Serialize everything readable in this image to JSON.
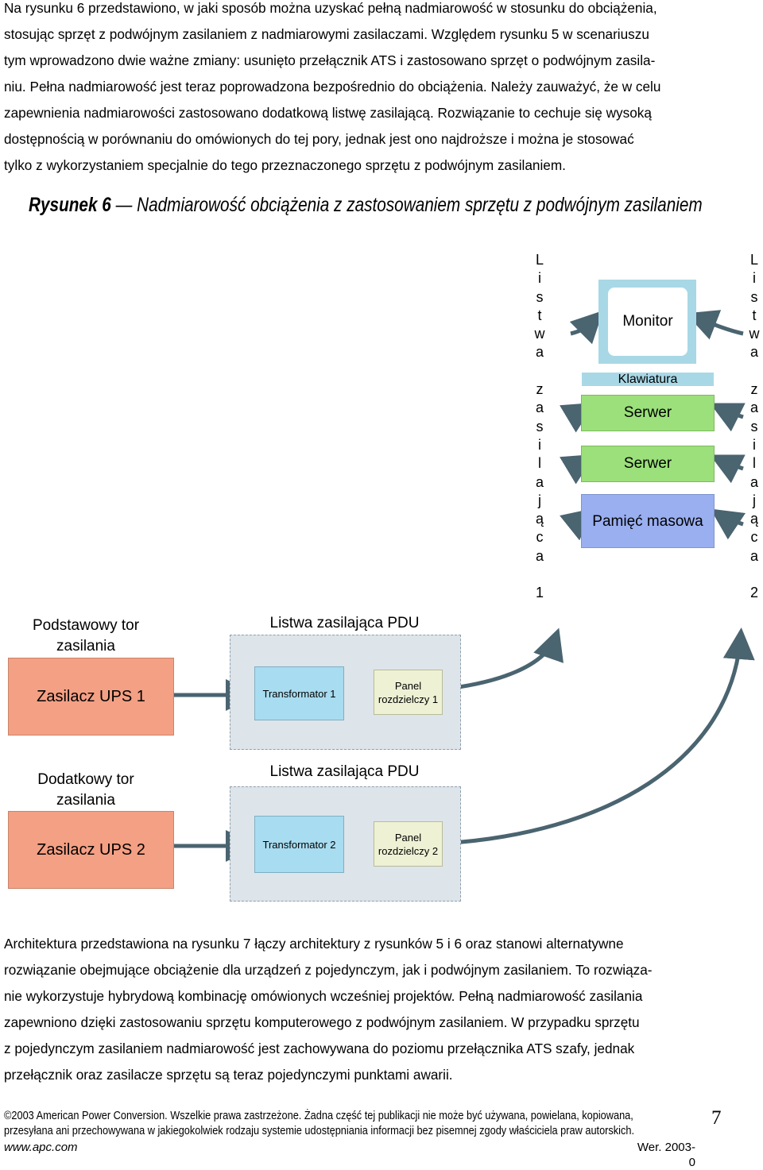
{
  "paragraph_top": {
    "lines": [
      "Na rysunku 6 przedstawiono, w jaki sposób można uzyskać pełną nadmiarowość w stosunku do obciążenia,",
      "stosując sprzęt z podwójnym zasilaniem z nadmiarowymi zasilaczami. Względem rysunku 5 w scenariuszu",
      "tym wprowadzono dwie ważne zmiany: usunięto przełącznik ATS i zastosowano sprzęt o podwójnym zasila-",
      "niu. Pełna nadmiarowość jest teraz poprowadzona bezpośrednio do obciążenia. Należy zauważyć, że w celu",
      "zapewnienia nadmiarowości zastosowano dodatkową listwę zasilającą. Rozwiązanie to cechuje się wysoką",
      "dostępnością w porównaniu do omówionych do tej pory, jednak jest ono najdroższe i można je stosować",
      "tylko z wykorzystaniem specjalnie do tego przeznaczonego sprzętu z podwójnym zasilaniem."
    ]
  },
  "figure": {
    "label": "Rysunek 6",
    "dash": "—",
    "title": "Nadmiarowość obciążenia z zastosowaniem sprzętu z podwójnym zasilaniem"
  },
  "diagram": {
    "rack": {
      "monitor": "Monitor",
      "keyboard": "Klawiatura",
      "server1": "Serwer",
      "server2": "Serwer",
      "storage": "Pamięć masowa",
      "strip1_letters": [
        "L",
        "i",
        "s",
        "t",
        "w",
        "a",
        "",
        "z",
        "a",
        "s",
        "i",
        "l",
        "a",
        "j",
        "ą",
        "c",
        "a",
        "",
        "1"
      ],
      "strip2_letters": [
        "L",
        "i",
        "s",
        "t",
        "w",
        "a",
        "",
        "z",
        "a",
        "s",
        "i",
        "l",
        "a",
        "j",
        "ą",
        "c",
        "a",
        "",
        "2"
      ]
    },
    "path1": {
      "label": "Podstawowy tor zasilania",
      "ups": "Zasilacz UPS 1",
      "pdu_label": "Listwa zasilająca PDU",
      "transformer": "Transformator 1",
      "panel": "Panel rozdzielczy 1"
    },
    "path2": {
      "label": "Dodatkowy tor zasilania",
      "ups": "Zasilacz UPS 2",
      "pdu_label": "Listwa zasilająca PDU",
      "transformer": "Transformator 2",
      "panel": "Panel rozdzielczy 2"
    },
    "colors": {
      "strip": "#f4a084",
      "rack_bg": "#dde4ea",
      "monitor_frame": "#a8d8e6",
      "server": "#9be07a",
      "storage": "#9aaff0",
      "ups": "#f4a084",
      "transformer": "#a8dcf0",
      "panel": "#eef1d4",
      "arrow": "#4a6470"
    }
  },
  "paragraph_bottom": {
    "lines": [
      "Architektura przedstawiona na rysunku 7 łączy architektury z rysunków 5 i 6 oraz stanowi alternatywne",
      "rozwiązanie obejmujące obciążenie dla urządzeń z pojedynczym, jak i podwójnym zasilaniem. To rozwiąza-",
      "nie wykorzystuje hybrydową kombinację omówionych wcześniej projektów. Pełną nadmiarowość zasilania",
      "zapewniono dzięki zastosowaniu sprzętu komputerowego z podwójnym zasilaniem. W przypadku sprzętu",
      "z pojedynczym zasilaniem nadmiarowość jest zachowywana do poziomu przełącznika ATS szafy, jednak",
      "przełącznik oraz zasilacze sprzętu są teraz pojedynczymi punktami awarii."
    ]
  },
  "footer": {
    "copyright_line1": "©2003 American Power Conversion. Wszelkie prawa zastrzeżone. Żadna część tej publikacji nie może być używana, powielana, kopiowana,",
    "copyright_line2": "przesyłana ani przechowywana w jakiegokolwiek rodzaju systemie udostępniania informacji bez pisemnej zgody właściciela praw autorskich.",
    "url": "www.apc.com",
    "page_number": "7",
    "version": "Wer. 2003-0"
  }
}
